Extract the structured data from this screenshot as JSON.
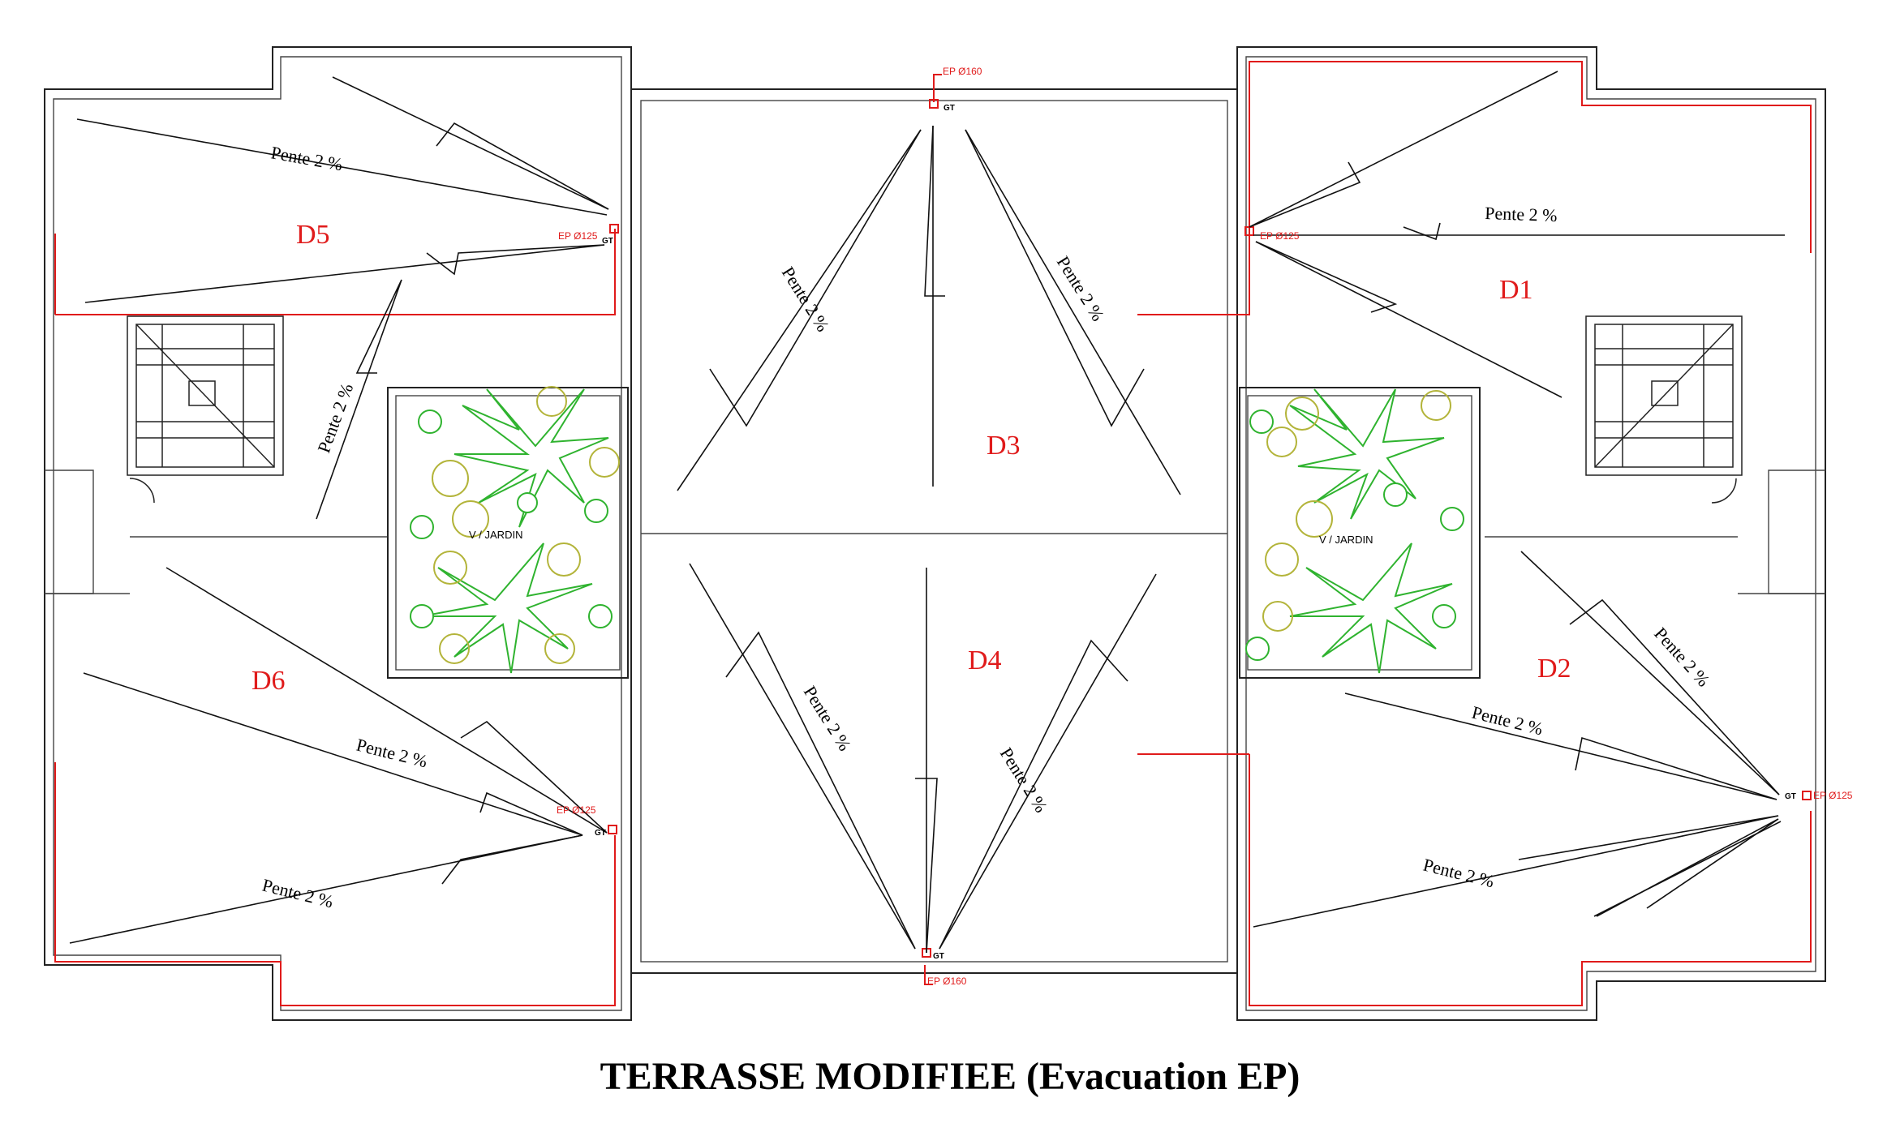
{
  "title": "TERRASSE MODIFIEE  (Evacuation  EP)",
  "zones": {
    "d1": "D1",
    "d2": "D2",
    "d3": "D3",
    "d4": "D4",
    "d5": "D5",
    "d6": "D6"
  },
  "slope_label": "Pente 2 %",
  "drain_160": "EP Ø160",
  "drain_125": "EP Ø125",
  "gully": "GT",
  "garden_label": "V / JARDIN",
  "colors": {
    "red": "#e01b1b",
    "green": "#2fb32f",
    "olive": "#b3b43a"
  }
}
